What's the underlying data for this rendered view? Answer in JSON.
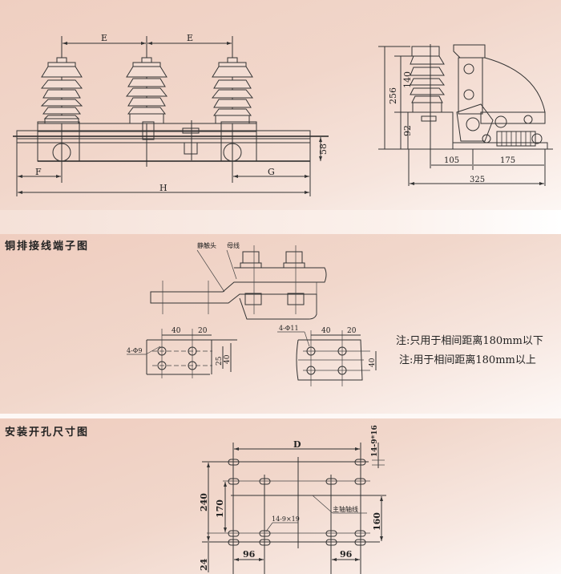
{
  "front_view": {
    "labels": {
      "spacing_left": "E",
      "spacing_right": "E",
      "left_offset": "F",
      "right_offset": "G",
      "total_length": "H",
      "base_height": "58"
    }
  },
  "side_view": {
    "dims": {
      "total_height": "256",
      "insulator_height": "140",
      "base_height": "92",
      "pivot_offset": "105",
      "mechanism_length": "175",
      "overall_depth": "325"
    }
  },
  "busbar_section": {
    "title": "铜排接线端子图",
    "callouts": {
      "static_contact": "静触头",
      "busbar": "母线"
    },
    "left_pattern": {
      "holes": "4-Φ9",
      "pitch_h": "40",
      "edge_h": "20",
      "pitch_v": "25",
      "width_v": "40"
    },
    "right_pattern": {
      "holes": "4-Φ11",
      "pitch_h": "40",
      "edge_h": "20",
      "pitch_v": "40"
    },
    "notes": [
      "注:只用于相间距离180mm以下",
      "注:用于相间距离180mm以上"
    ]
  },
  "mounting_section": {
    "title": "安装开孔尺寸图",
    "dims": {
      "width": "D",
      "slot_top": "14-9*16",
      "height_outer": "240",
      "height_inner": "170",
      "bottom_offset": "24",
      "axis_offset": "160",
      "pitch_left": "96",
      "pitch_right": "96",
      "slot_callout": "14-9×19"
    },
    "axis_label": "主轴轴线"
  }
}
